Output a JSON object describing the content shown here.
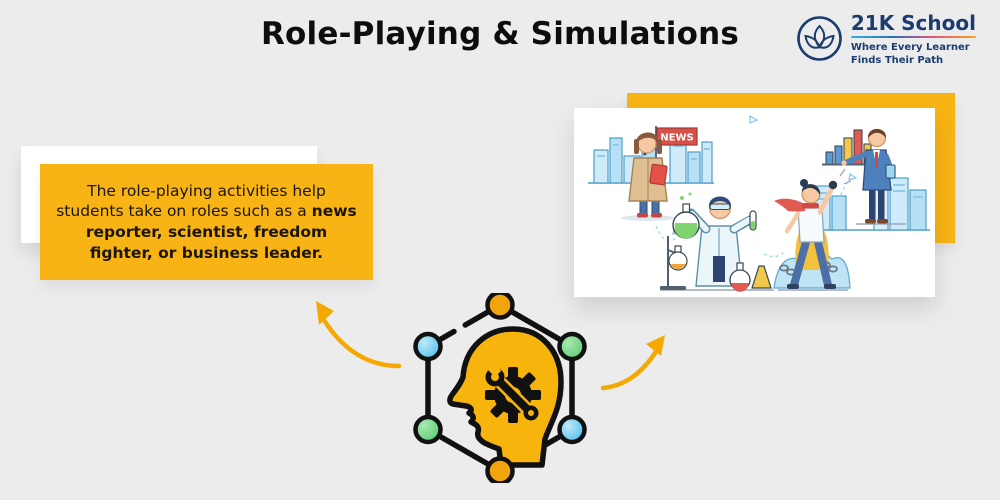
{
  "page": {
    "title": "Role-Playing & Simulations"
  },
  "theme": {
    "background": "#ECECEC",
    "accent_yellow": "#F8B414",
    "arrow_yellow": "#F5A800",
    "brand_navy": "#1B3C6E",
    "card_white": "#FFFFFF",
    "title_color": "#0D0D0D"
  },
  "logo": {
    "name": "21K School",
    "tagline_line1": "Where Every Learner",
    "tagline_line2": "Finds Their Path"
  },
  "callout": {
    "text_normal": "The role-playing activities help students take on roles such as a ",
    "text_bold": "news reporter, scientist, freedom fighter, or business leader."
  },
  "illustration": {
    "news_flag_label": "NEWS",
    "figures": [
      "news reporter",
      "business leader",
      "scientist",
      "freedom fighter"
    ],
    "bar_chart_colors": [
      "#5B9BD5",
      "#5B9BD5",
      "#F2C94C",
      "#E05C52",
      "#F2C94C"
    ]
  },
  "hub_icon": {
    "description": "head with gear and wrench inside hexagon network",
    "node_colors": {
      "top": "#F1A40B",
      "upper_right": "#72D084",
      "lower_right": "#62C8EE",
      "bottom": "#F1A40B",
      "lower_left": "#72D084",
      "upper_left": "#62C8EE"
    },
    "head_color": "#F7B40D",
    "outline_color": "#111111"
  }
}
